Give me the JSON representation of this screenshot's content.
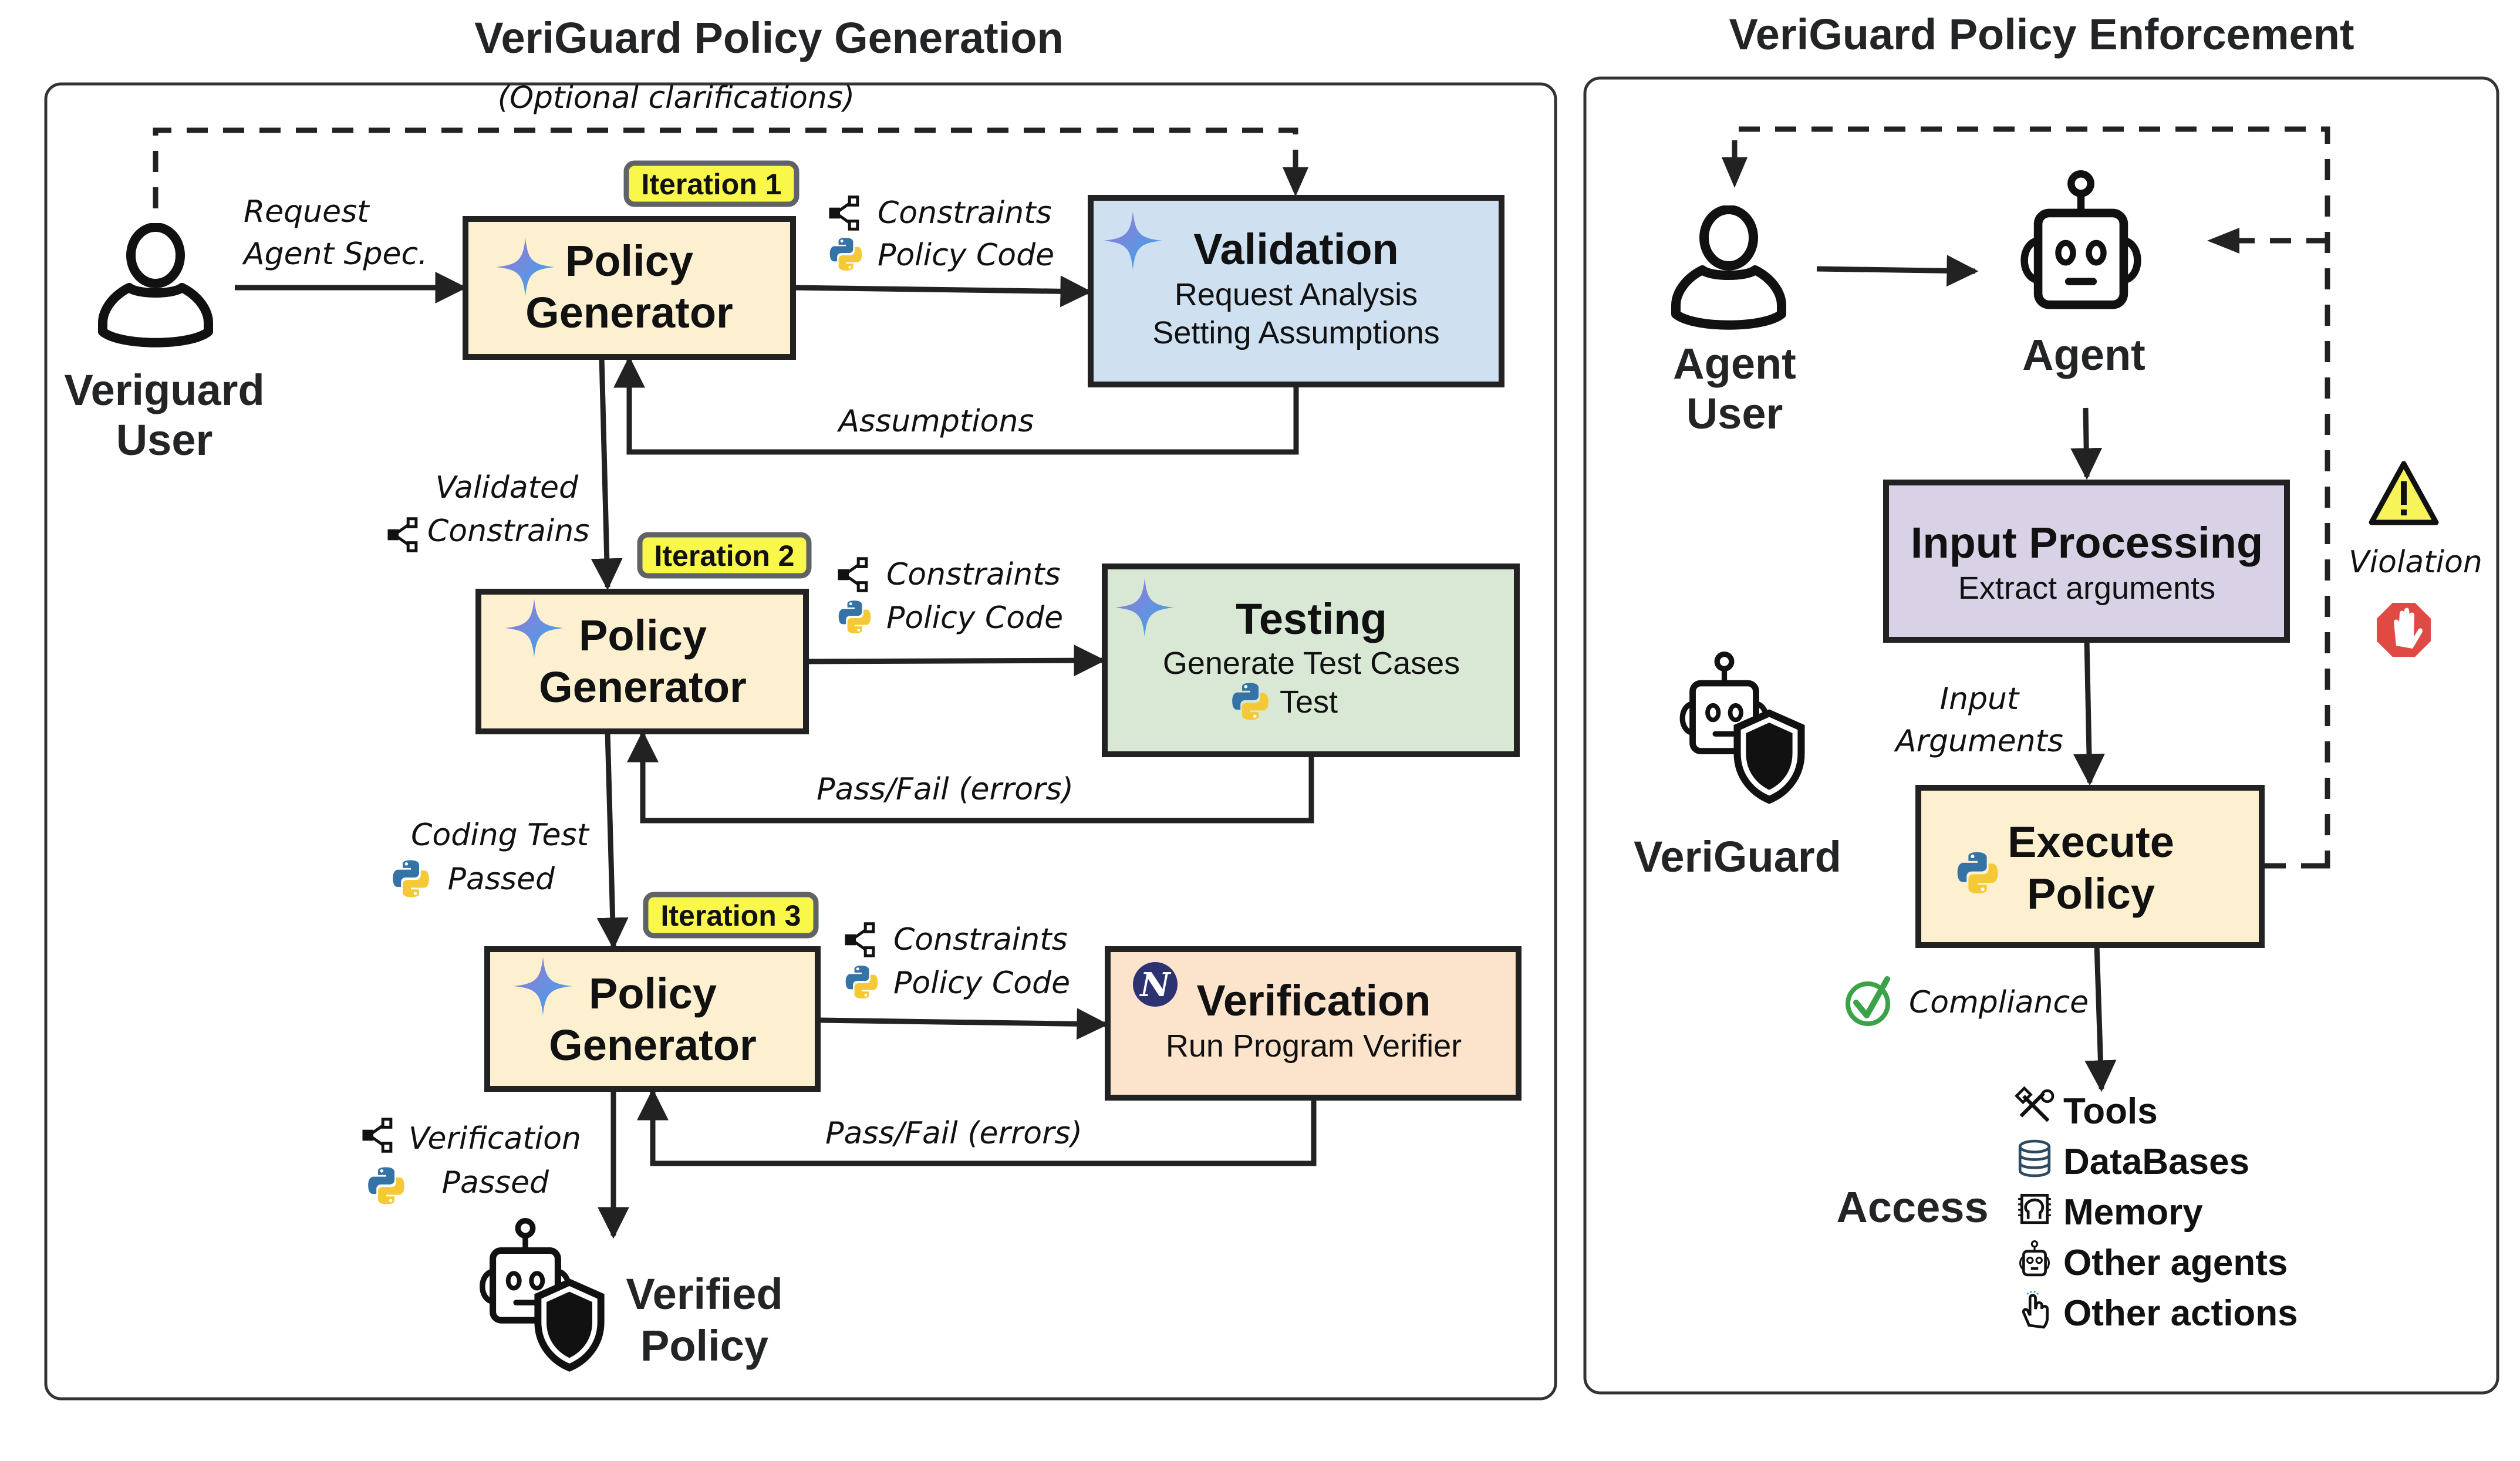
{
  "generation": {
    "title": "VeriGuard Policy Generation",
    "optional_label": "(Optional clarifications)",
    "user": {
      "line1": "Veriguard",
      "line2": "User"
    },
    "request_label": {
      "line1": "Request",
      "line2": "Agent Spec."
    },
    "iterations": [
      {
        "badge": "Iteration 1",
        "generator": {
          "line1": "Policy",
          "line2": "Generator"
        },
        "outputs": {
          "constraints": "Constraints",
          "code": "Policy Code"
        },
        "stage": {
          "title": "Validation",
          "sub1": "Request Analysis",
          "sub2": "Setting Assumptions",
          "fill": "#cfe0f1"
        },
        "feedback": "Assumptions"
      },
      {
        "badge": "Iteration 2",
        "generator": {
          "line1": "Policy",
          "line2": "Generator"
        },
        "outputs": {
          "constraints": "Constraints",
          "code": "Policy Code"
        },
        "stage": {
          "title": "Testing",
          "sub1": "Generate Test Cases",
          "sub2": "Test",
          "fill": "#d8e8d4"
        },
        "feedback": "Pass/Fail (errors)"
      },
      {
        "badge": "Iteration 3",
        "generator": {
          "line1": "Policy",
          "line2": "Generator"
        },
        "outputs": {
          "constraints": "Constraints",
          "code": "Policy Code"
        },
        "stage": {
          "title": "Verification",
          "sub1": "Run Program Verifier",
          "fill": "#fbe3cc"
        },
        "feedback": "Pass/Fail (errors)"
      }
    ],
    "transitions": [
      {
        "line1": "Validated",
        "line2": "Constrains"
      },
      {
        "line1": "Coding Test",
        "line2": "Passed"
      },
      {
        "line1": "Verification",
        "line2": "Passed"
      }
    ],
    "result": {
      "line1": "Verified",
      "line2": "Policy"
    }
  },
  "enforcement": {
    "title": "VeriGuard Policy Enforcement",
    "agent_user": {
      "line1": "Agent",
      "line2": "User"
    },
    "agent": "Agent",
    "input_processing": {
      "title": "Input Processing",
      "sub": "Extract arguments",
      "fill": "#d9d2e7"
    },
    "input_args_label": {
      "line1": "Input",
      "line2": "Arguments"
    },
    "execute_policy": {
      "line1": "Execute",
      "line2": "Policy",
      "fill": "#fdf0d0"
    },
    "veriguard_label": "VeriGuard",
    "violation_label": "Violation",
    "compliance_label": "Compliance",
    "access_label": "Access",
    "access_items": [
      {
        "label": "Tools",
        "icon": "tools-icon"
      },
      {
        "label": "DataBases",
        "icon": "database-icon"
      },
      {
        "label": "Memory",
        "icon": "memory-chip-icon"
      },
      {
        "label": "Other agents",
        "icon": "robot-icon"
      },
      {
        "label": "Other actions",
        "icon": "pointer-hand-icon"
      }
    ]
  },
  "colors": {
    "generator_fill": "#fdf0d0",
    "badge_fill": "#f9f84a",
    "badge_border": "#5f6368",
    "warning": "#f7f35a",
    "stop": "#e04a45",
    "check": "#3aa34a"
  }
}
